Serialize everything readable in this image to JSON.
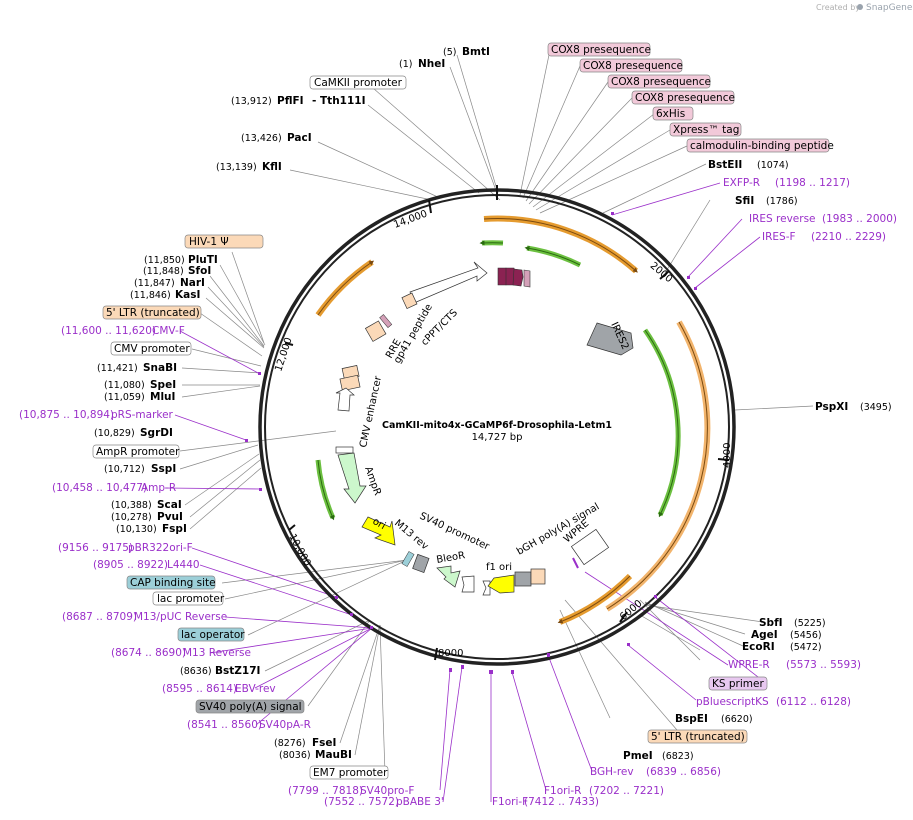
{
  "credit": {
    "created_by": "Created by",
    "brand": "SnapGene"
  },
  "plasmid": {
    "name": "CamKII-mito4x-GCaMP6f-Drosophila-Letm1",
    "size": "14,727 bp"
  },
  "ticks": [
    "2000",
    "4000",
    "6000",
    "8000",
    "10,000",
    "12,000",
    "14,000"
  ],
  "inner_labels": {
    "ires2": "IRES2",
    "wpre": "WPRE",
    "bgh": "bGH poly(A) signal",
    "f1ori": "f1 ori",
    "bleor": "BleoR",
    "sv40prom": "SV40 promoter",
    "m13rev": "M13 rev",
    "ori": "ori",
    "ampr": "AmpR",
    "cmvenh": "CMV enhancer",
    "rre": "RRE",
    "gp41": "gp41 peptide",
    "cppt": "cPPT/CTS"
  },
  "labels": {
    "BmtI": {
      "pos": "(5)",
      "name": "BmtI"
    },
    "NheI": {
      "pos": "(1)",
      "name": "NheI"
    },
    "CamKII": {
      "name": "CaMKII promoter"
    },
    "PflFI": {
      "pos": "(13,912)",
      "name": "PflFI",
      "name2": "- Tth111I"
    },
    "PacI": {
      "pos": "(13,426)",
      "name": "PacI"
    },
    "KflI": {
      "pos": "(13,139)",
      "name": "KflI"
    },
    "HIV1": {
      "name": "HIV-1 Ψ"
    },
    "PluTI": {
      "pos": "(11,850)",
      "name": "PluTI"
    },
    "SfoI": {
      "pos": "(11,848)",
      "name": "SfoI"
    },
    "NarI": {
      "pos": "(11,847)",
      "name": "NarI"
    },
    "KasI": {
      "pos": "(11,846)",
      "name": "KasI"
    },
    "LTR5a": {
      "name": "5' LTR (truncated)"
    },
    "CMVF": {
      "pos": "(11,600 .. 11,620)",
      "name": "CMV-F"
    },
    "CMVprom": {
      "name": "CMV promoter"
    },
    "SnaBI": {
      "pos": "(11,421)",
      "name": "SnaBI"
    },
    "SpeI": {
      "pos": "(11,080)",
      "name": "SpeI"
    },
    "MluI": {
      "pos": "(11,059)",
      "name": "MluI"
    },
    "pRS": {
      "pos": "(10,875 .. 10,894)",
      "name": "pRS-marker"
    },
    "SgrDI": {
      "pos": "(10,829)",
      "name": "SgrDI"
    },
    "AmpRprom": {
      "name": "AmpR promoter"
    },
    "SspI": {
      "pos": "(10,712)",
      "name": "SspI"
    },
    "AmpRprimer": {
      "pos": "(10,458 .. 10,477)",
      "name": "Amp-R"
    },
    "ScaI": {
      "pos": "(10,388)",
      "name": "ScaI"
    },
    "PvuI": {
      "pos": "(10,278)",
      "name": "PvuI"
    },
    "FspI": {
      "pos": "(10,130)",
      "name": "FspI"
    },
    "pBR322": {
      "pos": "(9156 .. 9175)",
      "name": "pBR322ori-F"
    },
    "L4440": {
      "pos": "(8905 .. 8922)",
      "name": "L4440"
    },
    "CAP": {
      "name": "CAP binding site"
    },
    "lacprom": {
      "name": "lac promoter"
    },
    "M13pUC": {
      "pos": "(8687 .. 8709)",
      "name": "M13/pUC Reverse"
    },
    "lacop": {
      "name": "lac operator"
    },
    "M13rev": {
      "pos": "(8674 .. 8690)",
      "name": "M13 Reverse"
    },
    "BstZ17I": {
      "pos": "(8636)",
      "name": "BstZ17I"
    },
    "EBVrev": {
      "pos": "(8595 .. 8614)",
      "name": "EBV-rev"
    },
    "SV40polyA": {
      "name": "SV40 poly(A) signal"
    },
    "SV40pAR": {
      "pos": "(8541 .. 8560)",
      "name": "SV40pA-R"
    },
    "FseI": {
      "pos": "(8276)",
      "name": "FseI"
    },
    "MauBI": {
      "pos": "(8036)",
      "name": "MauBI"
    },
    "EM7": {
      "name": "EM7 promoter"
    },
    "SV40proF": {
      "pos": "(7799 .. 7818)",
      "name": "SV40pro-F"
    },
    "pBABE3": {
      "pos": "(7552 .. 7572)",
      "name": "pBABE 3'"
    },
    "F1oriF": {
      "name": "F1ori-F"
    },
    "F1oriR": {
      "pos": "(7412 .. 7433)",
      "name": "F1ori-R",
      "pos2": "(7202 .. 7221)"
    },
    "BGHrev": {
      "name": "BGH-rev",
      "pos": "(6839 .. 6856)"
    },
    "PmeI": {
      "name": "PmeI",
      "pos": "(6823)"
    },
    "LTR5b": {
      "name": "5' LTR (truncated)"
    },
    "BspEI": {
      "name": "BspEI",
      "pos": "(6620)"
    },
    "pBSKS": {
      "name": "pBluescriptKS",
      "pos": "(6112 .. 6128)"
    },
    "KSprimer": {
      "name": "KS primer"
    },
    "WPRER": {
      "name": "WPRE-R",
      "pos": "(5573 .. 5593)"
    },
    "EcoRI": {
      "name": "EcoRI",
      "pos": "(5472)"
    },
    "AgeI": {
      "name": "AgeI",
      "pos": "(5456)"
    },
    "SbfI": {
      "name": "SbfI",
      "pos": "(5225)"
    },
    "PspXI": {
      "name": "PspXI",
      "pos": "(3495)"
    },
    "IRESF": {
      "name": "IRES-F",
      "pos": "(2210 .. 2229)"
    },
    "IRESrev": {
      "name": "IRES reverse",
      "pos": "(1983 .. 2000)"
    },
    "SfiI": {
      "name": "SfiI",
      "pos": "(1786)"
    },
    "EXFPR": {
      "name": "EXFP-R",
      "pos": "(1198 .. 1217)"
    },
    "BstEII": {
      "name": "BstEII",
      "pos": "(1074)"
    },
    "calmod": {
      "name": "calmodulin-binding peptide"
    },
    "xpress": {
      "name": "Xpress™ tag"
    },
    "his": {
      "name": "6xHis"
    },
    "cox8a": {
      "name": "COX8 presequence"
    },
    "cox8b": {
      "name": "COX8 presequence"
    },
    "cox8c": {
      "name": "COX8 presequence"
    },
    "cox8d": {
      "name": "COX8 presequence"
    }
  },
  "colors": {
    "primer": "#9a2fc9",
    "orange": "#e59b2f",
    "green": "#6cc040",
    "pink": "#f2c9d9",
    "peach": "#fbd9b8",
    "teal": "#9ccfd8",
    "yellow": "#ffff00",
    "gray": "#a0a4a8",
    "maroon": "#8b2252"
  }
}
